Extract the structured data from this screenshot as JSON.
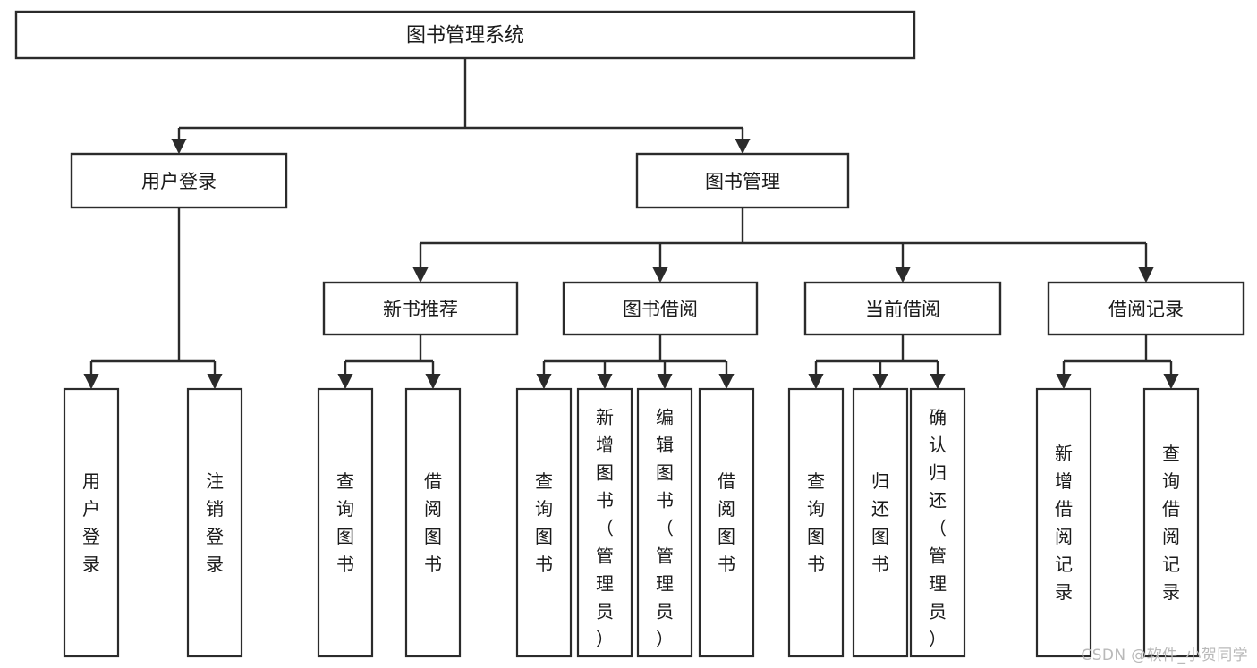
{
  "diagram": {
    "type": "tree-hierarchy-chart",
    "title_node": {
      "label": "图书管理系统"
    },
    "level2": [
      {
        "id": "user-login",
        "label": "用户登录"
      },
      {
        "id": "book-manage",
        "label": "图书管理"
      }
    ],
    "level3": [
      {
        "id": "new-book-recommend",
        "label": "新书推荐"
      },
      {
        "id": "book-borrow",
        "label": "图书借阅"
      },
      {
        "id": "current-borrow",
        "label": "当前借阅"
      },
      {
        "id": "borrow-record",
        "label": "借阅记录"
      }
    ],
    "leaves": {
      "user-login": [
        {
          "id": "leaf-user-login",
          "label": "用户登录",
          "align": "center"
        },
        {
          "id": "leaf-user-logout",
          "label": "注销登录",
          "align": "center"
        }
      ],
      "new-book-recommend": [
        {
          "id": "leaf-query-book-1",
          "label": "查询图书",
          "align": "center"
        },
        {
          "id": "leaf-borrow-book-1",
          "label": "借阅图书",
          "align": "center"
        }
      ],
      "book-borrow": [
        {
          "id": "leaf-query-book-2",
          "label": "查询图书",
          "align": "center"
        },
        {
          "id": "leaf-add-book",
          "label": "新增图书（管理员）",
          "align": "top"
        },
        {
          "id": "leaf-edit-book",
          "label": "编辑图书（管理员）",
          "align": "top"
        },
        {
          "id": "leaf-borrow-book-2",
          "label": "借阅图书",
          "align": "center"
        }
      ],
      "current-borrow": [
        {
          "id": "leaf-query-book-3",
          "label": "查询图书",
          "align": "center"
        },
        {
          "id": "leaf-return-book",
          "label": "归还图书",
          "align": "center"
        },
        {
          "id": "leaf-confirm-return",
          "label": "确认归还（管理员）",
          "align": "top"
        }
      ],
      "borrow-record": [
        {
          "id": "leaf-add-record",
          "label": "新增借阅记录",
          "align": "center"
        },
        {
          "id": "leaf-query-record",
          "label": "查询借阅记录",
          "align": "center"
        }
      ]
    }
  },
  "watermark": {
    "text": "CSDN @软件_小贺同学"
  },
  "colors": {
    "background": "#ffffff",
    "stroke": "#2b2b2b",
    "text": "#1a1a1a",
    "watermark": "#b9b9b9"
  }
}
